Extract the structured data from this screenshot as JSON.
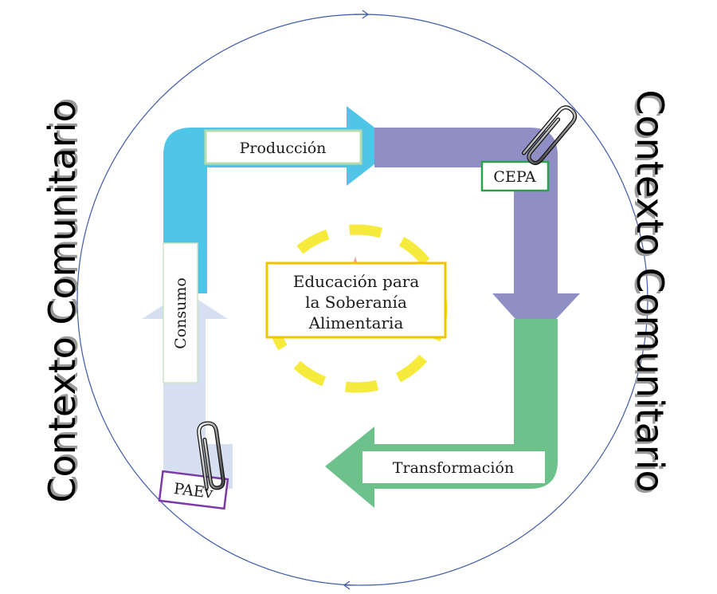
{
  "labels": {
    "left_context": "Contexto Comunitario",
    "right_context": "Contexto Comunitario",
    "produccion": "Producción",
    "cepa": "CEPA",
    "consumo": "Consumo",
    "transformacion": "Transformación",
    "paev": "PAEv",
    "center_line1": "Educación para",
    "center_line2": "la Soberanía",
    "center_line3": "Alimentaria"
  },
  "colors": {
    "circle": "#3f5aa8",
    "produccion_arrow": "#4fc6e8",
    "cepa_arrow": "#8f8fc6",
    "transformacion_arrow": "#6cc28a",
    "consumo_arrow": "#d6e0f0",
    "produccion_border": "#b7dcae",
    "cepa_border": "#2aa24a",
    "paev_border": "#7b3aa8",
    "center_border": "#f4c300",
    "dashes": "#f6ea3c",
    "star": "#f08080"
  }
}
